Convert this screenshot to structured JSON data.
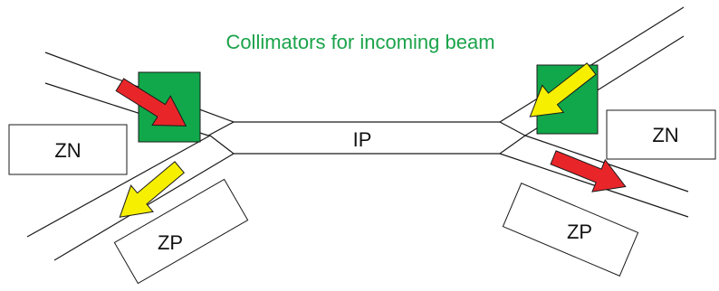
{
  "title": "Collimators for incoming beam",
  "labels": {
    "ip": "IP",
    "zn_left": "ZN",
    "zn_right": "ZN",
    "zp_left": "ZP",
    "zp_right": "ZP"
  },
  "colors": {
    "title": "#1aa34a",
    "collimator": "#10a84a",
    "arrow_incoming": "#e8262a",
    "arrow_outgoing": "#f6ef00",
    "line": "#1a1a1a"
  }
}
